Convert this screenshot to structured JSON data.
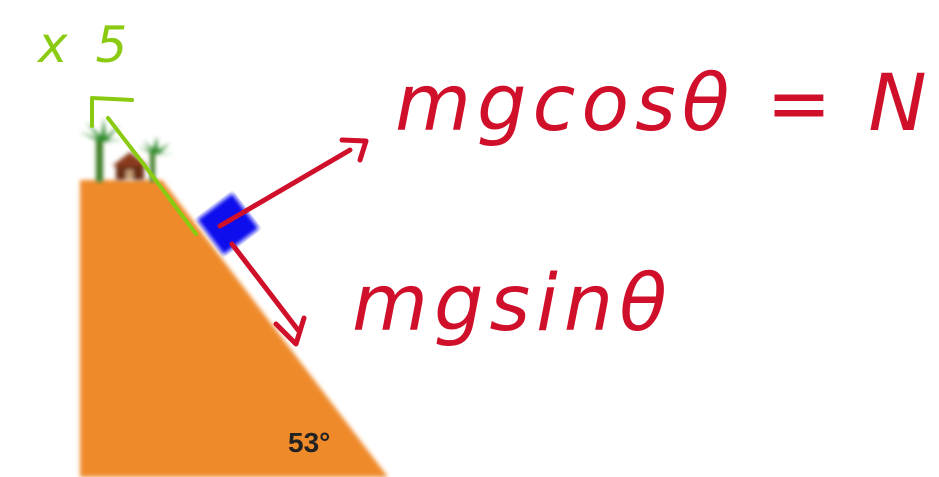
{
  "diagram": {
    "incline_angle_label": "53°",
    "annotations": {
      "normal_label": "mgcosθ = N",
      "parallel_label": "mgsinθ",
      "top_scribble": "x 5"
    },
    "colors": {
      "hill": "#ef8a2b",
      "block": "#1010ee",
      "red_ink": "#d0102a",
      "green_ink": "#8acb12",
      "text": "#222222",
      "tree": "#2f8a2a",
      "hut": "#7a3b1a"
    },
    "icons": [
      "palm-tree-icon",
      "hut-icon"
    ]
  }
}
